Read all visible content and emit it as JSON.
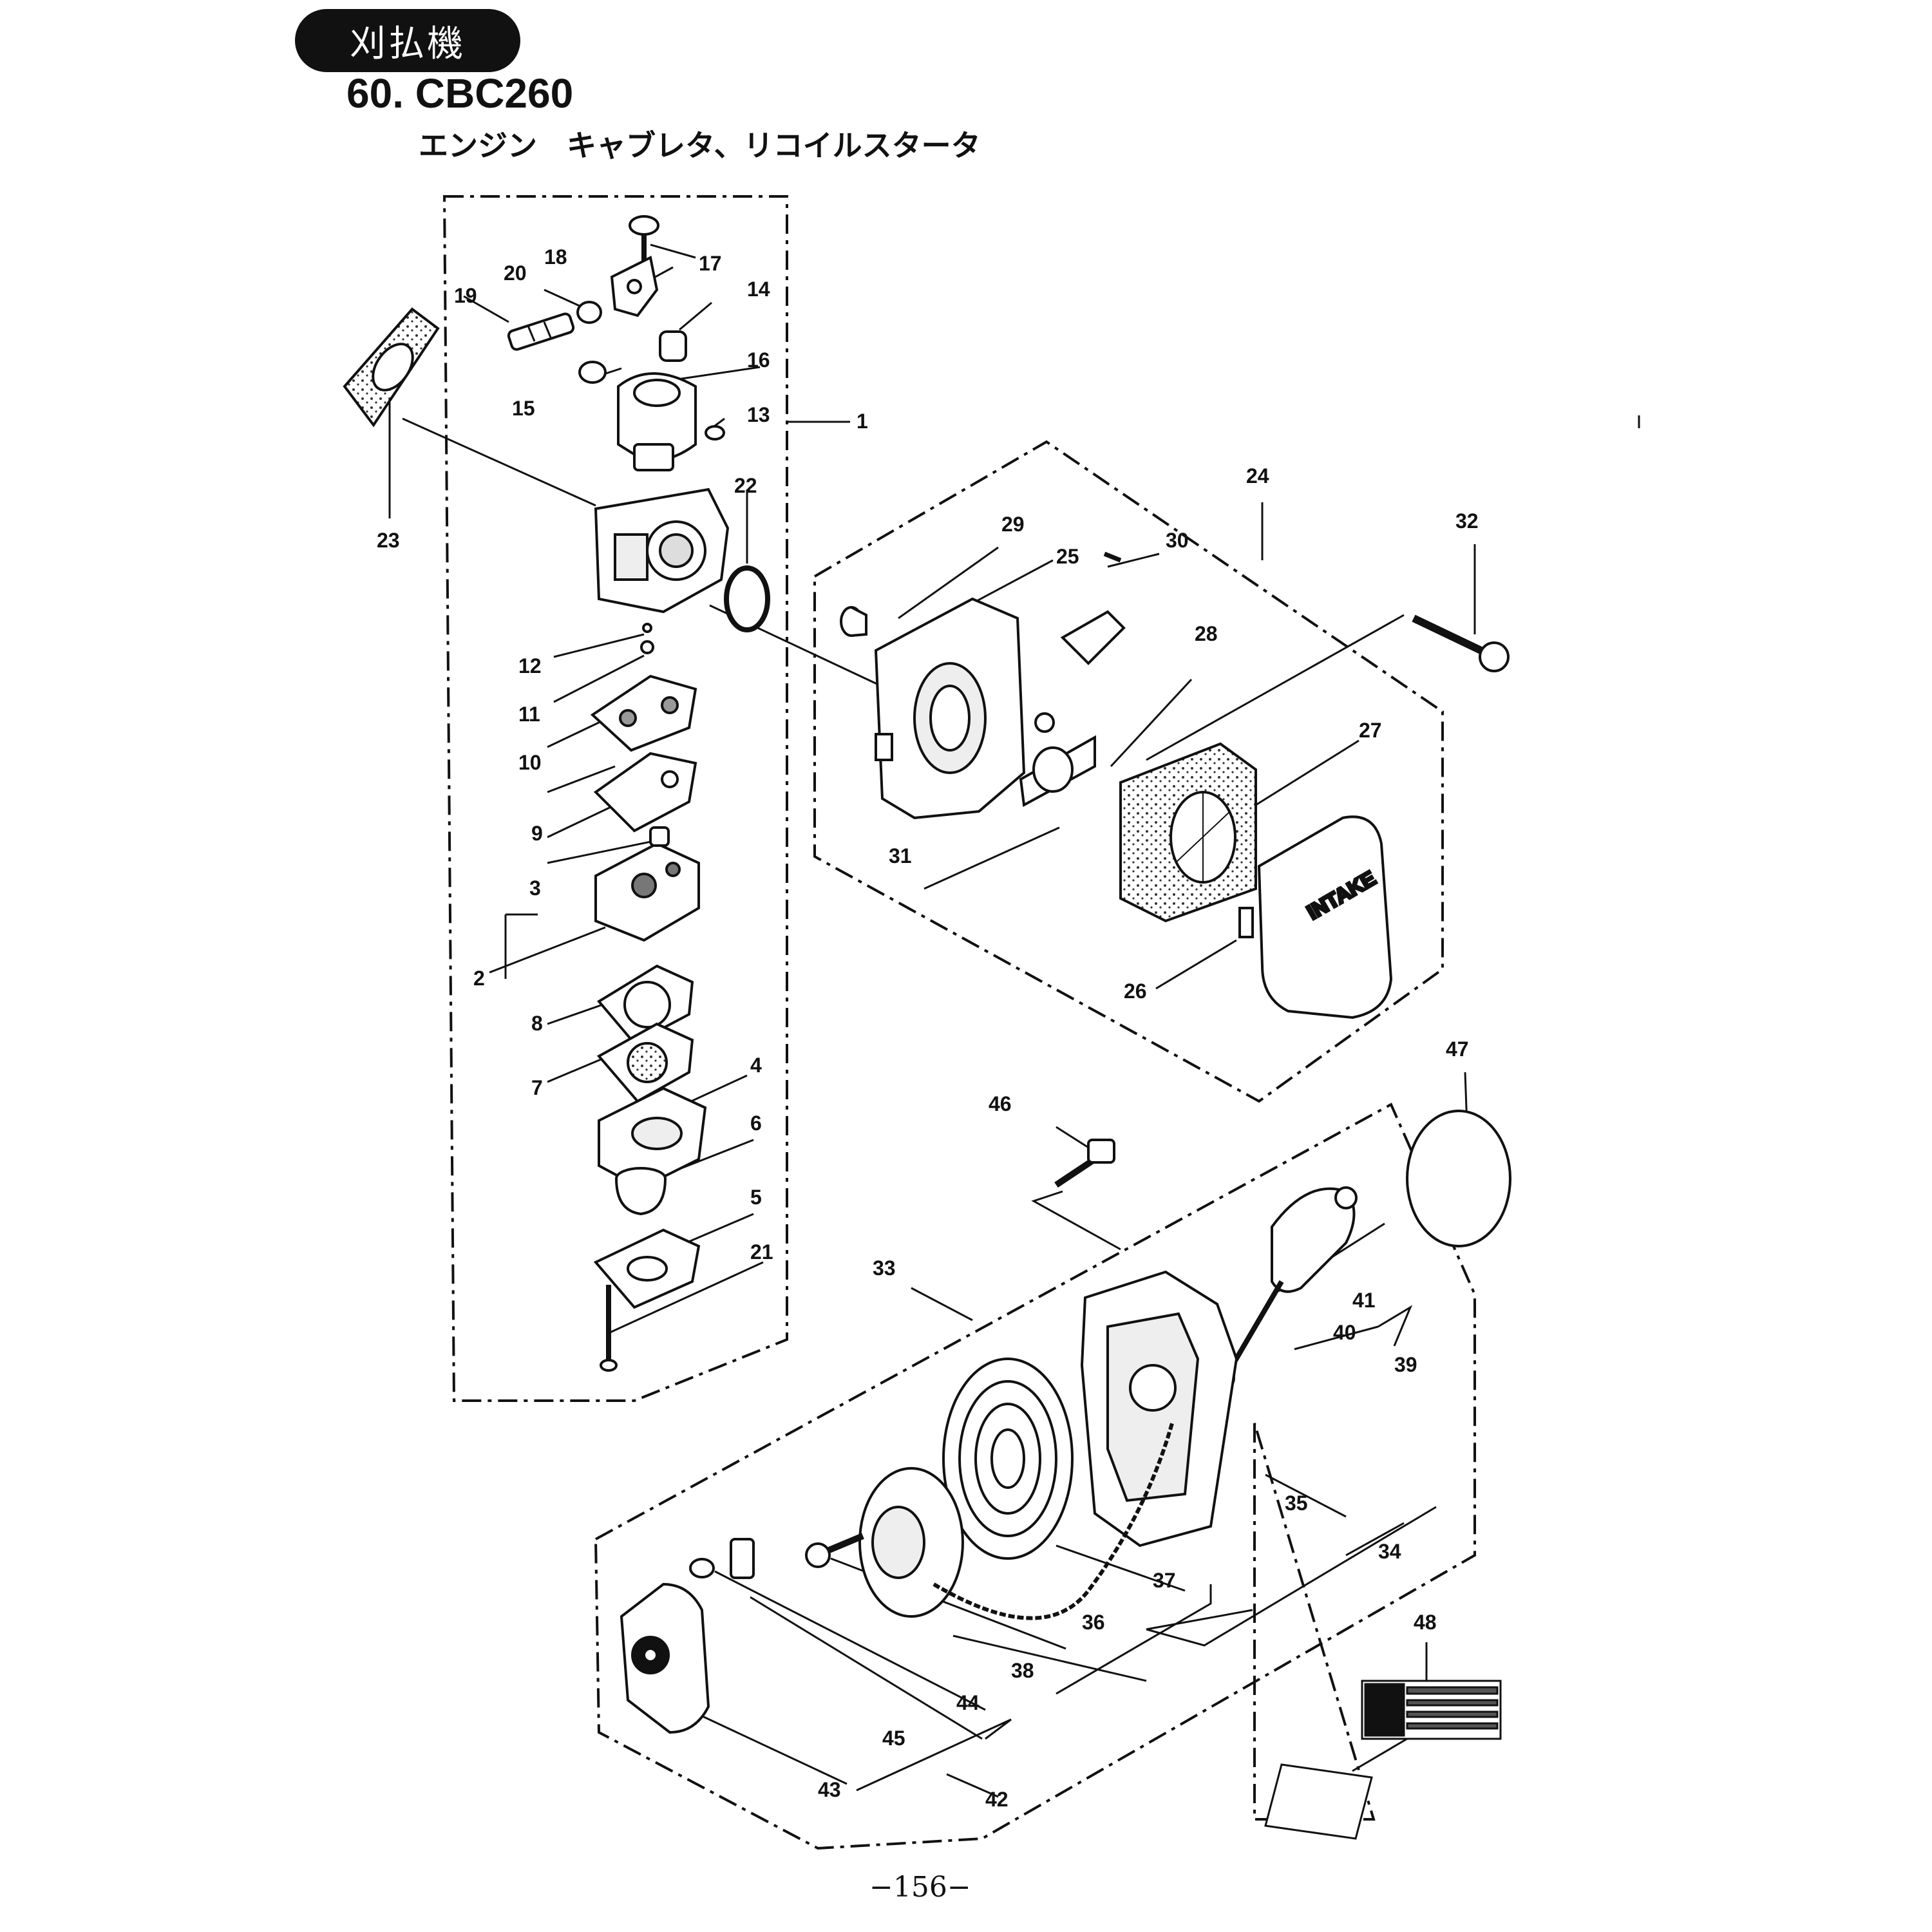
{
  "header": {
    "category": "刈払機",
    "model": "60. CBC260",
    "section": "エンジン　キャブレタ、リコイルスタータ"
  },
  "footer": {
    "page": "−156−"
  },
  "decal_text": "INTAKE",
  "part_numbers": [
    "1",
    "2",
    "3",
    "4",
    "5",
    "6",
    "7",
    "8",
    "9",
    "10",
    "11",
    "12",
    "13",
    "14",
    "15",
    "16",
    "17",
    "18",
    "19",
    "20",
    "21",
    "22",
    "23",
    "24",
    "25",
    "26",
    "27",
    "28",
    "29",
    "30",
    "31",
    "32",
    "33",
    "34",
    "35",
    "36",
    "37",
    "38",
    "39",
    "40",
    "41",
    "42",
    "43",
    "44",
    "45",
    "46",
    "47",
    "48"
  ]
}
